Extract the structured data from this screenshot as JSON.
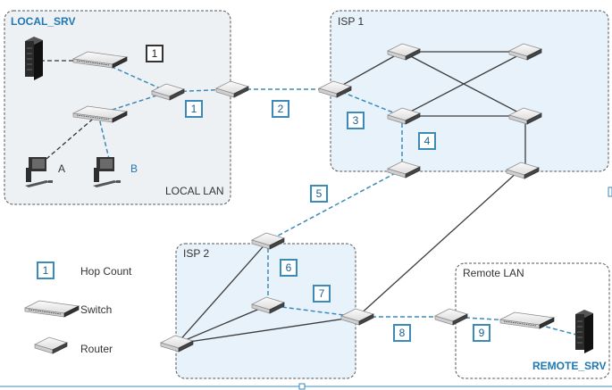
{
  "zones": {
    "local_lan": "LOCAL LAN",
    "isp1": "ISP 1",
    "isp2": "ISP 2",
    "remote_lan": "Remote LAN"
  },
  "devices": {
    "local_srv": "LOCAL_SRV",
    "remote_srv": "REMOTE_SRV",
    "client_a": "A",
    "client_b": "B"
  },
  "hops": [
    "1",
    "1",
    "2",
    "3",
    "4",
    "5",
    "6",
    "7",
    "8",
    "9"
  ],
  "legend": {
    "hop_number": "1",
    "hop_count": "Hop Count",
    "switch": "Switch",
    "router": "Router"
  },
  "colors": {
    "zone_fill_local": "#eef1f4",
    "zone_fill_isp": "#e7f2fb",
    "zone_border": "#555555",
    "path_dashed": "#3b8ab8",
    "link_solid": "#3c3c3c",
    "accent_text": "#1f78b4"
  }
}
